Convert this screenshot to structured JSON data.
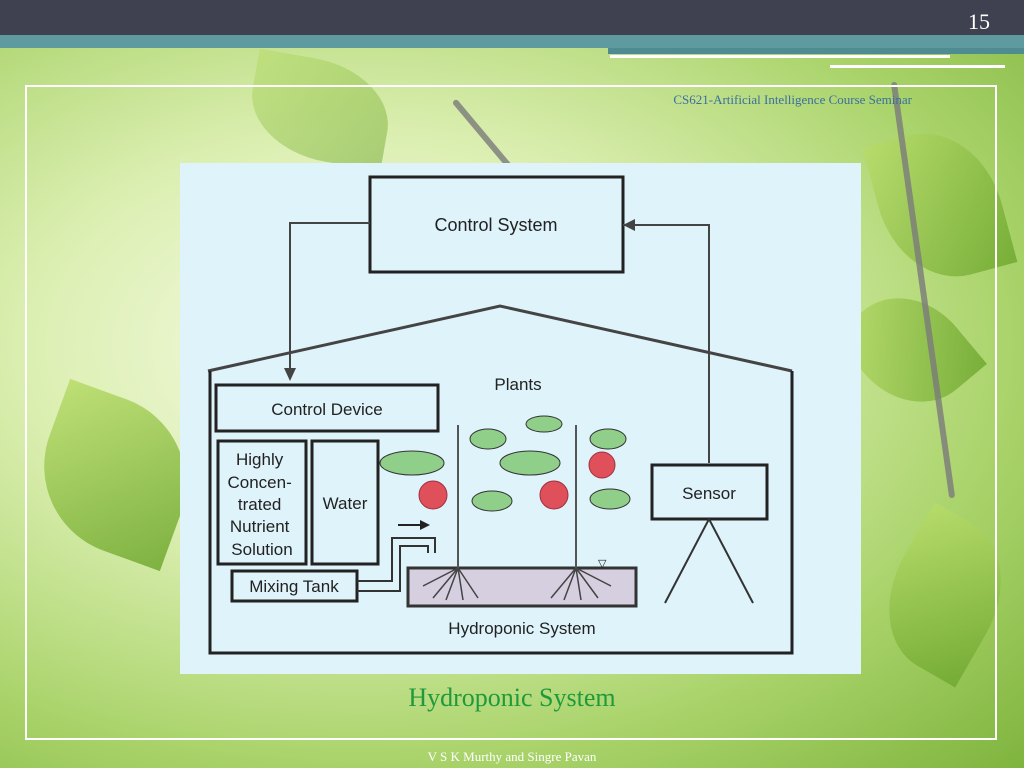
{
  "slide": {
    "number": "15",
    "course": "CS621-Artificial Intelligence Course Seminar",
    "caption": "Hydroponic System",
    "footer": "V S K Murthy and Singre Pavan"
  },
  "diagram": {
    "control_system": "Control System",
    "plants": "Plants",
    "control_device": "Control Device",
    "nutrient": [
      "Highly",
      "Concen-",
      "trated",
      "Nutrient",
      "Solution"
    ],
    "water": "Water",
    "mixing_tank": "Mixing Tank",
    "sensor": "Sensor",
    "hydroponic_system": "Hydroponic System"
  },
  "colors": {
    "top_bar": "#3f4050",
    "teal_bar": "#5f9aa0",
    "caption": "#1f9a3a",
    "panel": "#dff3fb",
    "fruit": "#e0505a",
    "leaf": "#8fcf8a",
    "tank_fill": "#d6cfe0"
  }
}
